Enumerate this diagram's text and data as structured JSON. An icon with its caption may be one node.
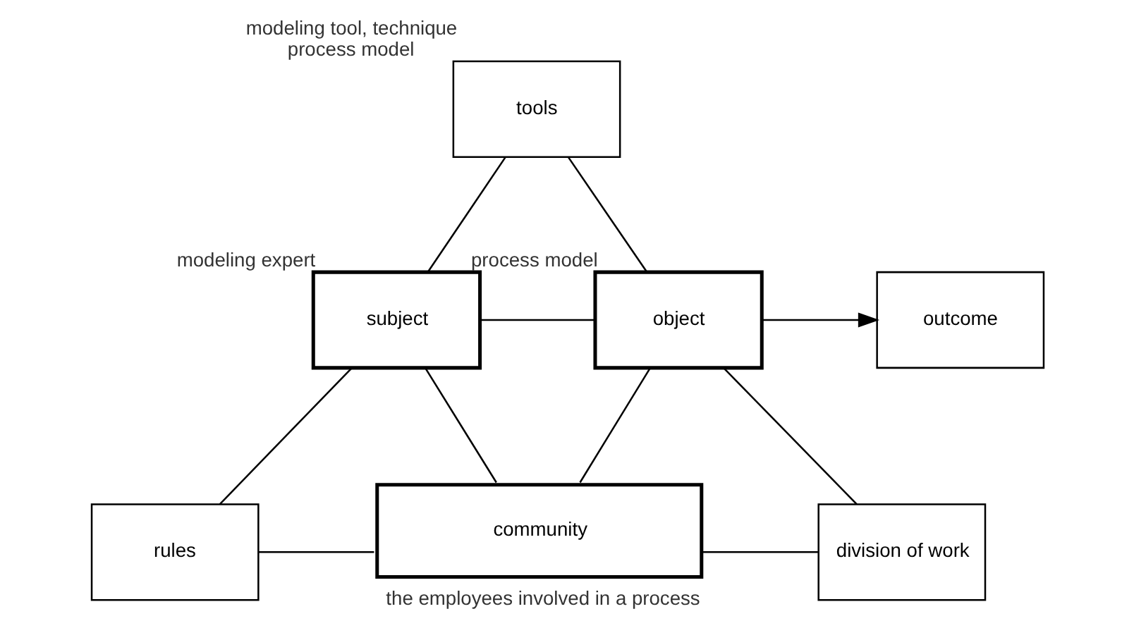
{
  "diagram": {
    "nodes": [
      {
        "text": [
          "tools"
        ],
        "beside": [
          "modeling tool, technique",
          "process model"
        ]
      },
      {
        "text": [
          "subject"
        ],
        "beside": [
          "modeling expert"
        ]
      },
      {
        "text": [
          "object"
        ],
        "beside": [
          "process model"
        ]
      },
      {
        "text": [
          "outcome"
        ]
      },
      {
        "text": [
          "rules"
        ]
      },
      {
        "text": [
          "community"
        ],
        "beside": [
          "the employees involved in a process"
        ]
      },
      {
        "text": [
          "division of work"
        ]
      }
    ],
    "edges": [
      {
        "from": 0,
        "to": 1,
        "arrow": "none"
      },
      {
        "from": 0,
        "to": 2,
        "arrow": "none"
      },
      {
        "from": 1,
        "to": 2,
        "arrow": "none"
      },
      {
        "from": 2,
        "to": 3,
        "arrow": "to"
      },
      {
        "from": 1,
        "to": 4,
        "arrow": "none"
      },
      {
        "from": 1,
        "to": 5,
        "arrow": "none"
      },
      {
        "from": 2,
        "to": 5,
        "arrow": "none"
      },
      {
        "from": 2,
        "to": 6,
        "arrow": "none"
      },
      {
        "from": 4,
        "to": 5,
        "arrow": "none"
      },
      {
        "from": 5,
        "to": 6,
        "arrow": "none"
      }
    ]
  }
}
